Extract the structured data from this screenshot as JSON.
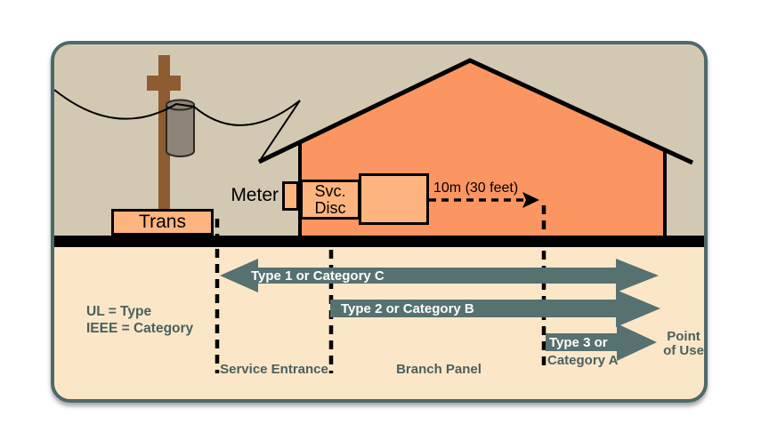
{
  "diagram": {
    "type": "surge-protection-zones",
    "labels": {
      "transformer": "Trans",
      "meter": "Meter",
      "service_disconnect_line1": "Svc.",
      "service_disconnect_line2": "Disc",
      "distance": "10m (30 feet)",
      "legend_line1": "UL = Type",
      "legend_line2": "IEEE = Category",
      "zone1": "Type 1 or Category C",
      "zone2": "Type 2 or Category B",
      "zone3_line1": "Type 3 or",
      "zone3_line2": "Category A",
      "point_of_use_line1": "Point",
      "point_of_use_line2": "of Use",
      "service_entrance": "Service Entrance",
      "branch_panel": "Branch Panel"
    },
    "colors": {
      "frame_border": "#4e6968",
      "sky_background": "#d3c9b3",
      "soil_background": "#fbe7c8",
      "house_fill": "#fb9562",
      "equipment_box_fill": "#feb47e",
      "zone_arrow_fill": "#567170",
      "dark_label_text": "#4a605f",
      "pole_brown": "#8d5c31",
      "transformer_gray": "#8d8376",
      "line_black": "#000000"
    }
  }
}
